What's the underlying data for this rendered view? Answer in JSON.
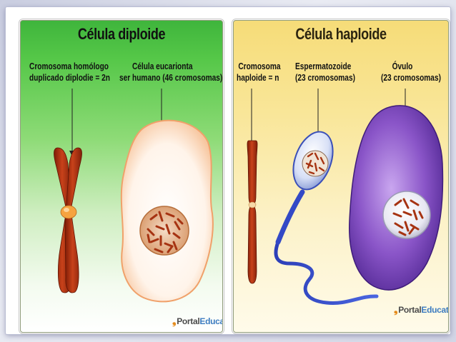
{
  "left_panel": {
    "title": "Célula diploide",
    "label_chromosome": [
      "Cromosoma homólogo",
      "duplicado diplodie = 2n"
    ],
    "label_cell": [
      "Célula eucarionta",
      "ser humano (46 cromosomas)"
    ],
    "logo": {
      "portal": "Portal",
      "educativo": "Educativo"
    }
  },
  "right_panel": {
    "title": "Célula haploide",
    "label_chromosome": [
      "Cromosoma",
      "haploide = n"
    ],
    "label_sperm": [
      "Espermatozoide",
      "(23 cromosomas)"
    ],
    "label_ovum": [
      "Óvulo",
      "(23 cromosomas)"
    ],
    "logo": {
      "portal": "Portal",
      "educativo": "Educativo"
    }
  },
  "colors": {
    "left_bg": "#55c748",
    "right_bg": "#f9e699",
    "chromosome": "#b8320f",
    "centromere": "#f4a040",
    "ovum": "#7a43b8",
    "sperm": "#b7c3ea"
  }
}
